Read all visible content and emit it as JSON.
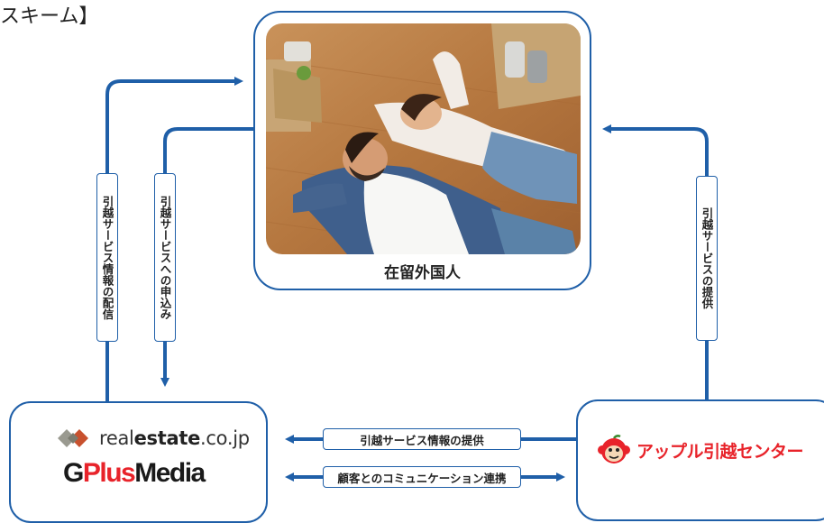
{
  "heading": "スキーム】",
  "resident": {
    "label": "在留外国人",
    "photo_description_icon": "couple-photo"
  },
  "labels": {
    "distribution": "引越サービス情報の配信",
    "application": "引越サービスへの申込み",
    "provision": "引越サービスの提供",
    "info_provision": "引越サービス情報の提供",
    "collaboration": "顧客とのコミュニケーション連携"
  },
  "left_org": {
    "realestate_prefix": "real",
    "realestate_bold": "estate",
    "realestate_suffix": ".co.jp",
    "gplus_g": "G",
    "gplus_plus": "Plus",
    "gplus_media": "Media"
  },
  "right_org": {
    "name": "アップル引越センター"
  },
  "colors": {
    "arrow": "#1f5fa8",
    "accent_red": "#e8232a"
  }
}
